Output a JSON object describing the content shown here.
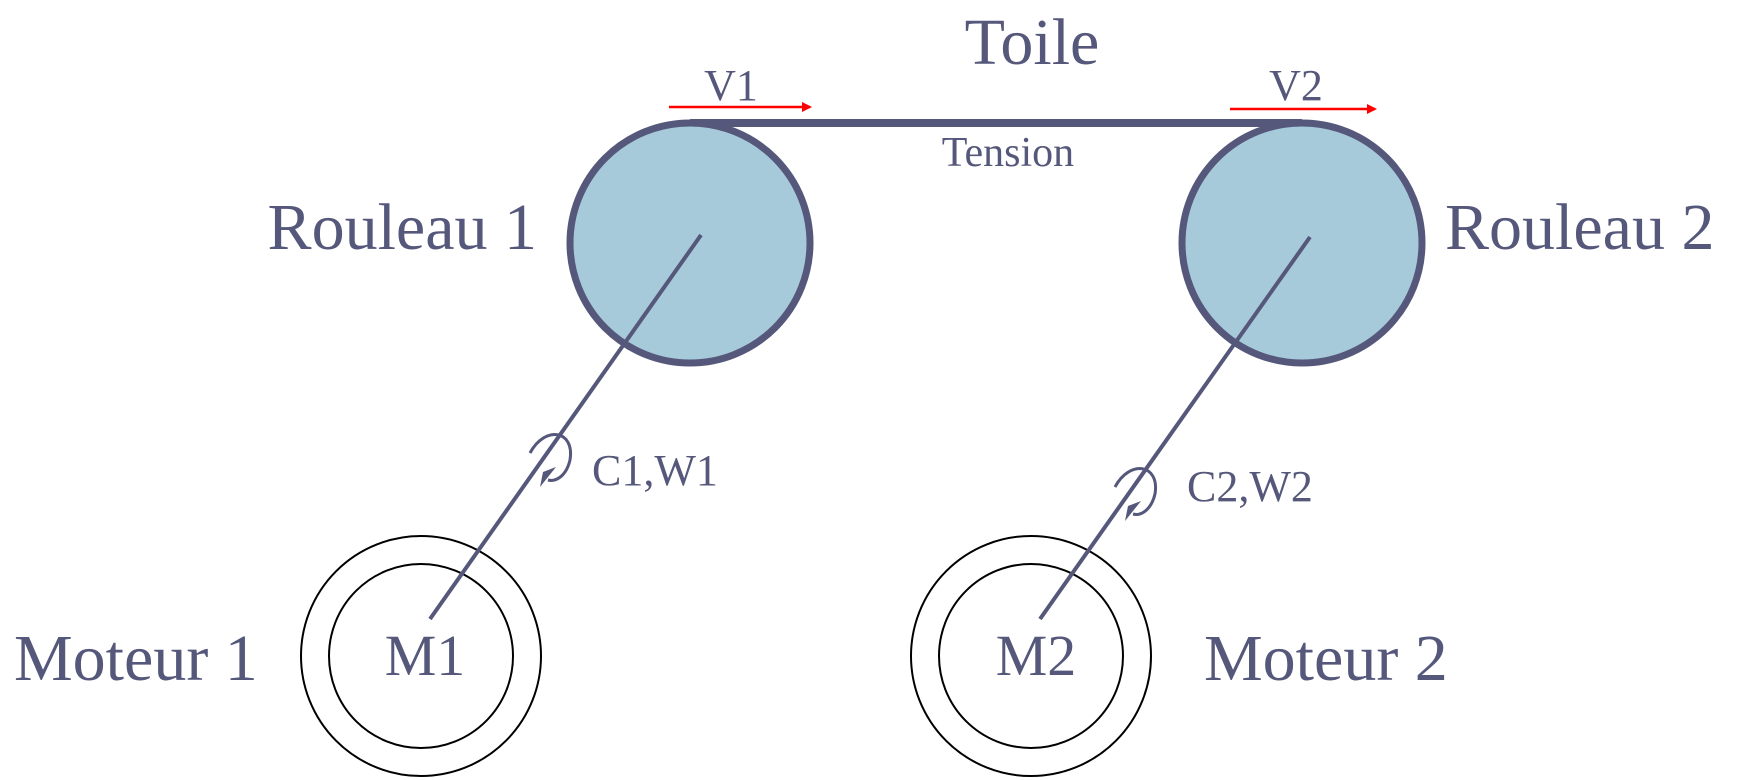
{
  "labels": {
    "web": "Toile",
    "tension": "Tension",
    "v1": "V1",
    "v2": "V2",
    "roller1": "Rouleau 1",
    "roller2": "Rouleau 2",
    "motor1_label": "Moteur 1",
    "motor2_label": "Moteur 2",
    "m1": "M1",
    "m2": "M2",
    "torque1": "C1,W1",
    "torque2": "C2,W2"
  },
  "colors": {
    "roller_fill": "#a7cadb",
    "stroke": "#55587a",
    "arrow": "#ff0000",
    "motor_stroke": "#000000"
  }
}
